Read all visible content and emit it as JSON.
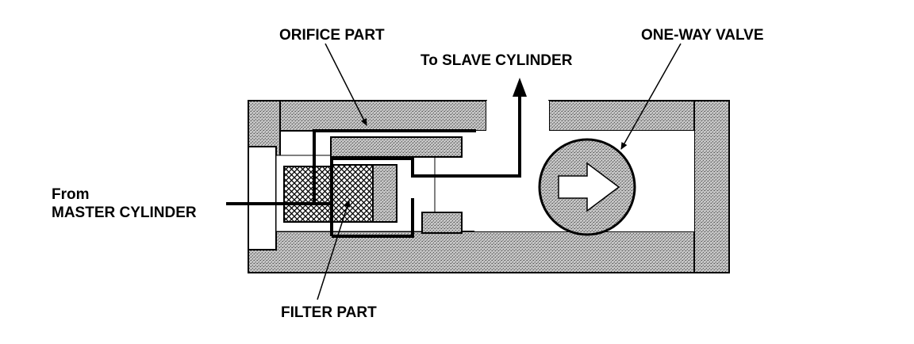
{
  "labels": {
    "orifice_part": "ORIFICE PART",
    "to_slave": "To SLAVE CYLINDER",
    "one_way_valve": "ONE-WAY VALVE",
    "from_line1": "From",
    "from_line2": "MASTER CYLINDER",
    "filter_part": "FILTER PART"
  },
  "colors": {
    "body_fill": "#9a9a9a",
    "line": "#000000",
    "passage": "#ffffff",
    "filter_mesh": "#000000"
  }
}
